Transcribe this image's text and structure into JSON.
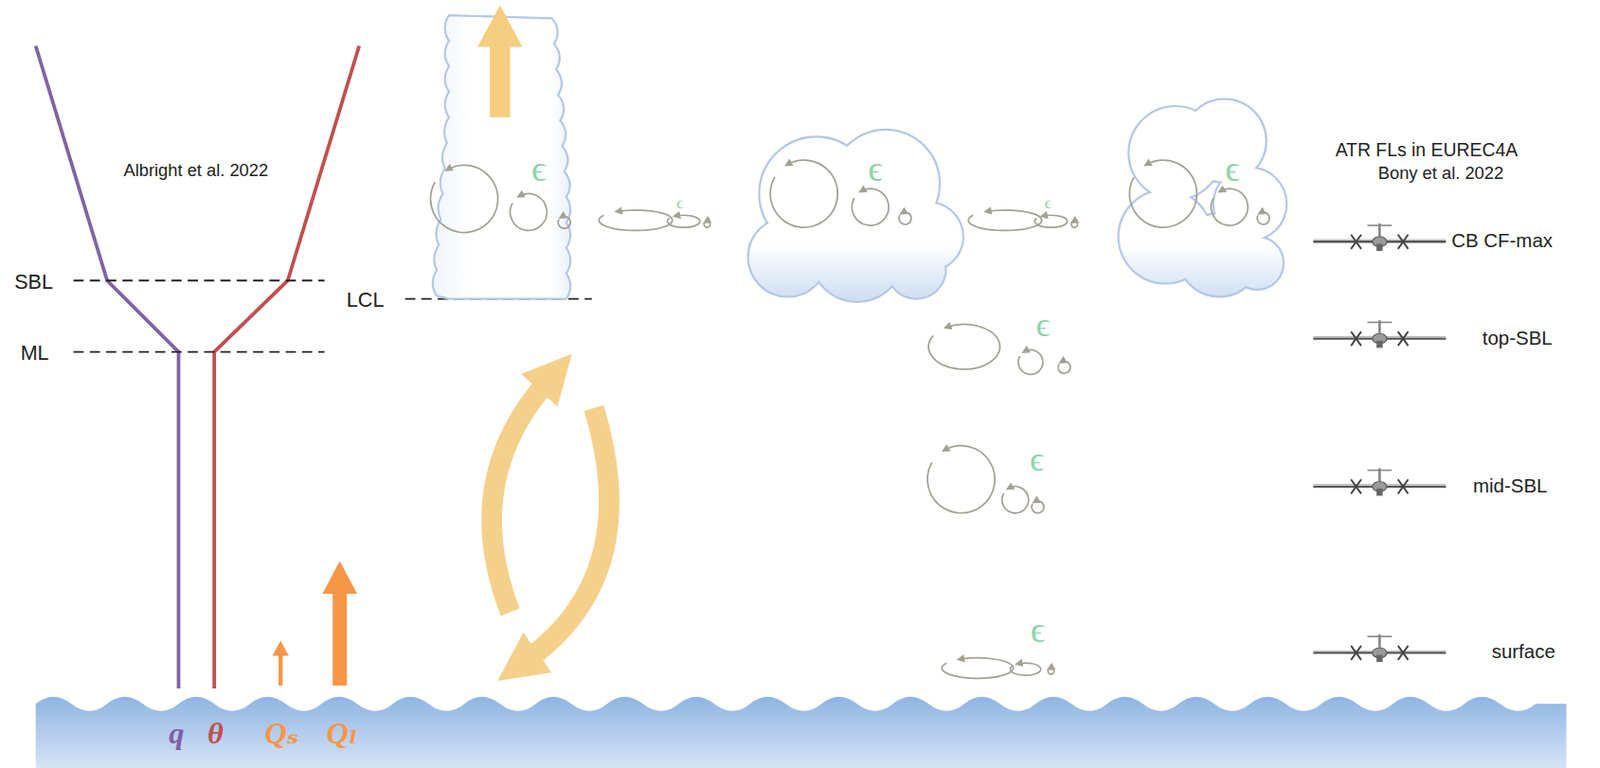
{
  "diagram": {
    "labels": [
      "Albright et al. 2022",
      "ϵ",
      "ϵ",
      "ϵ",
      "ϵ",
      "ϵ",
      "ATR FLs in EUREC4A",
      "Bony et al. 2022",
      "SBL",
      "CB CF-max",
      "LCL",
      "ML",
      "ϵ",
      "top-SBL",
      "ϵ",
      "mid-SBL",
      "ϵ",
      "surface",
      "q",
      "θ",
      "Qₛ",
      "Qₗ"
    ]
  }
}
